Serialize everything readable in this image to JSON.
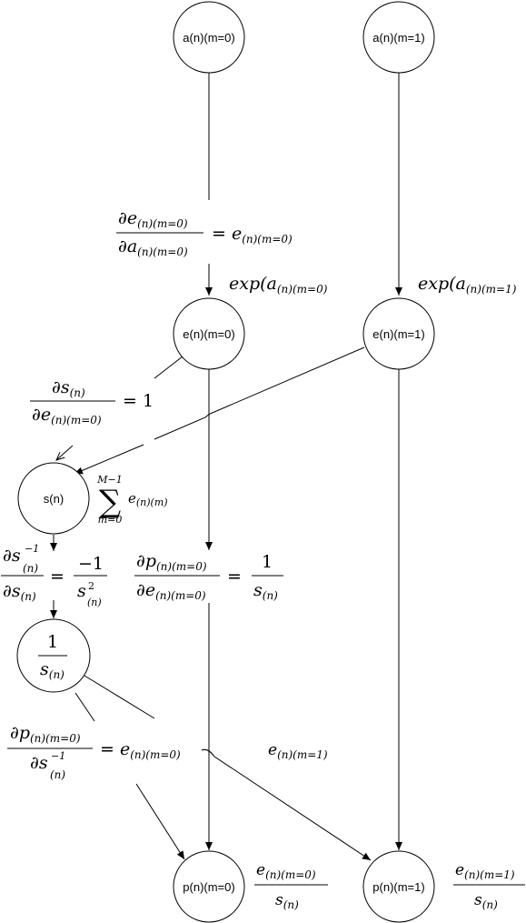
{
  "nodes": {
    "a_n_m0": "a(n)(m=0)",
    "a_n_m1": "a(n)(m=1)",
    "e_n_m0": "e(n)(m=0)",
    "e_n_m1": "e(n)(m=1)",
    "s_n": "s(n)",
    "p_n_m0": "p(n)(m=0)",
    "p_n_m1": "p(n)(m=1)"
  },
  "formulas": {
    "de_da": {
      "num_head": "∂e",
      "num_sub": "(n)(m=0)",
      "den_head": "∂a",
      "den_sub": "(n)(m=0)",
      "rhs_head": "= e",
      "rhs_sub": "(n)(m=0)"
    },
    "exp_m0": {
      "head": "exp(a",
      "sub": "(n)(m=0)"
    },
    "exp_m1": {
      "head": "exp(a",
      "sub": "(n)(m=1)"
    },
    "ds_de": {
      "num_head": "∂s",
      "num_sub": "(n)",
      "den_head": "∂e",
      "den_sub": "(n)(m=0)",
      "rhs": "= 1"
    },
    "sum": {
      "upper": "M−1",
      "sigma": "∑",
      "lower": "m=0",
      "term_head": "e",
      "term_sub": "(n)(m)"
    },
    "dsinv_ds": {
      "num_head": "∂s",
      "num_sup": "−1",
      "num_sub": "(n)",
      "den_head": "∂s",
      "den_sub": "(n)",
      "eq": "=",
      "rhs_num": "−1",
      "rhs_den_head": "s",
      "rhs_den_sup": "2",
      "rhs_den_sub": "(n)"
    },
    "dp_de": {
      "num_head": "∂p",
      "num_sub": "(n)(m=0)",
      "den_head": "∂e",
      "den_sub": "(n)(m=0)",
      "eq": "=",
      "rhs_num": "1",
      "rhs_den_head": "s",
      "rhs_den_sub": "(n)"
    },
    "inv_node": {
      "num": "1",
      "den_head": "s",
      "den_sub": "(n)"
    },
    "dp_dsinv": {
      "num_head": "∂p",
      "num_sub": "(n)(m=0)",
      "den_head": "∂s",
      "den_sup": "−1",
      "den_sub": "(n)",
      "rhs_head": "= e",
      "rhs_sub": "(n)(m=0)"
    },
    "e_m1_label": {
      "head": "e",
      "sub": "(n)(m=1)"
    },
    "p_m0_value": {
      "num_head": "e",
      "num_sub": "(n)(m=0)",
      "den_head": "s",
      "den_sub": "(n)"
    },
    "p_m1_value": {
      "num_head": "e",
      "num_sub": "(n)(m=1)",
      "den_head": "s",
      "den_sub": "(n)"
    }
  }
}
